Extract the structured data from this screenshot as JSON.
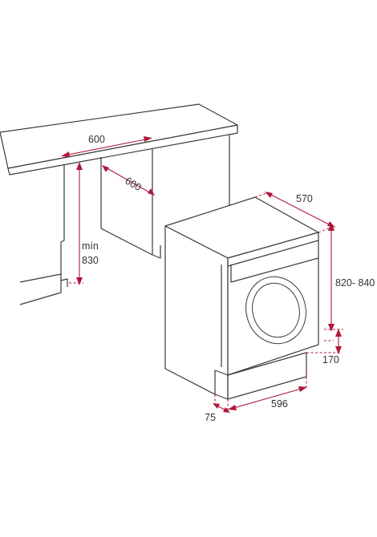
{
  "dimensions": {
    "counter_width": "600",
    "counter_depth": "600",
    "cabinet_height_min": "mín",
    "cabinet_height_value": "830",
    "machine_depth": "570",
    "machine_height": "820- 840",
    "plinth_height": "170",
    "machine_width": "596",
    "plinth_recess": "75"
  },
  "colors": {
    "dimension_lines": "#b0183a",
    "outline": "#3a3a3a",
    "background": "#ffffff"
  }
}
